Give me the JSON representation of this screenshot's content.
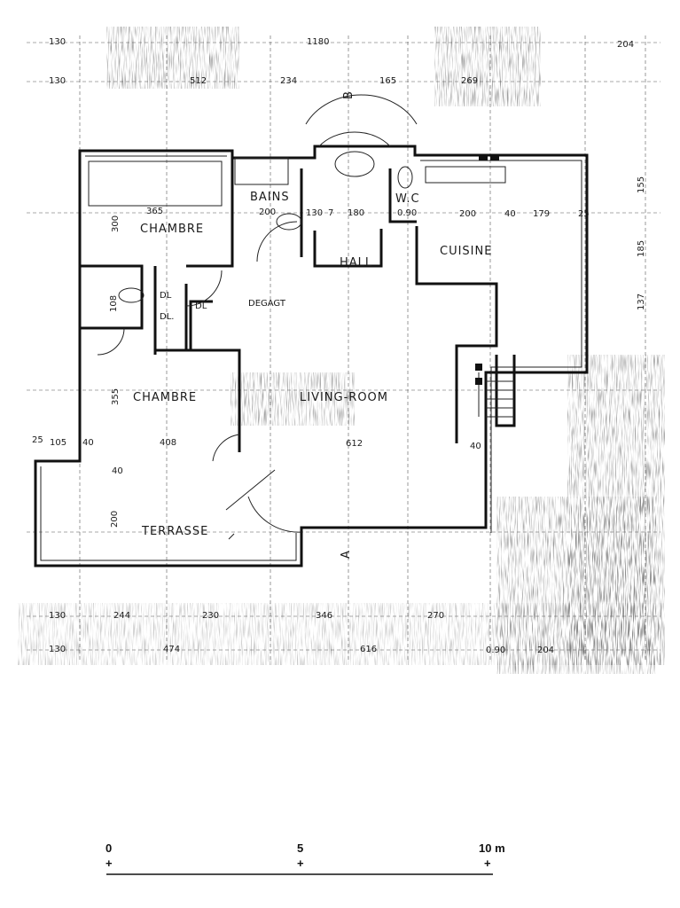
{
  "rooms": {
    "chambre_upper": "CHAMBRE",
    "bains": "BAINS",
    "wc": "W.C",
    "hall": "HALL",
    "cuisine": "CUISINE",
    "degagement": "DEGAGT",
    "dl1": "DL",
    "dl2": "DL.",
    "dl3": "DL",
    "chambre_lower": "CHAMBRE",
    "living": "LIVING-ROOM",
    "terrasse": "TERRASSE"
  },
  "dimensions": {
    "top_row1": [
      "130",
      "1180",
      "204"
    ],
    "top_row2": [
      "130",
      "512",
      "234",
      "165",
      "269"
    ],
    "bottom_row1": [
      "130",
      "244",
      "230",
      "346",
      "270"
    ],
    "bottom_row2": [
      "130",
      "474",
      "616",
      "0.90",
      "204"
    ],
    "right_col": [
      "155",
      "185",
      "137"
    ],
    "interior": [
      "365",
      "300",
      "200",
      "130",
      "7",
      "180",
      "0.90",
      "200",
      "40",
      "179",
      "25",
      "108",
      "355",
      "105",
      "40",
      "408",
      "612",
      "40",
      "40",
      "200",
      "25"
    ]
  },
  "section_marks": {
    "b": "B",
    "a": "A"
  },
  "scale": {
    "zero": "0",
    "five": "5",
    "ten": "10 m"
  }
}
